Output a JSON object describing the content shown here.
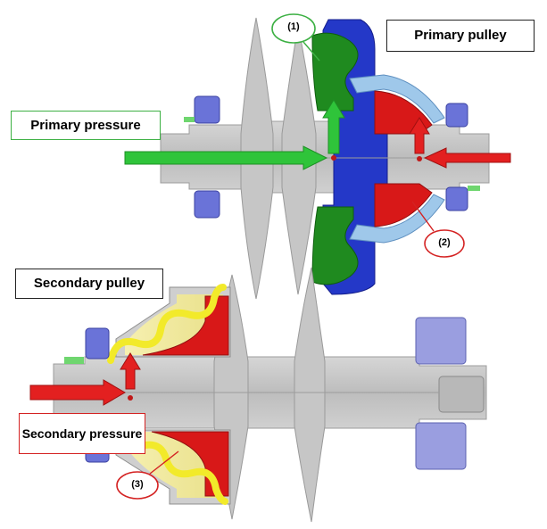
{
  "labels": {
    "primary_pulley": "Primary pulley",
    "secondary_pulley": "Secondary pulley",
    "primary_pressure": "Primary pressure",
    "secondary_pressure": "Secondary pressure"
  },
  "callouts": {
    "c1": "(1)",
    "c2": "(2)",
    "c3": "(3)"
  },
  "colors": {
    "primary_pressure_arrow": "#2fc43a",
    "secondary_pressure_arrow": "#e32020",
    "primary_cylinder": "#1f8a1f",
    "primary_housing": "#2438c8",
    "red_chamber": "#d81818",
    "spring_yellow": "#f2ea2a",
    "metal_grey": "#c9c9c9",
    "bearing_blue": "#6a73d8"
  }
}
